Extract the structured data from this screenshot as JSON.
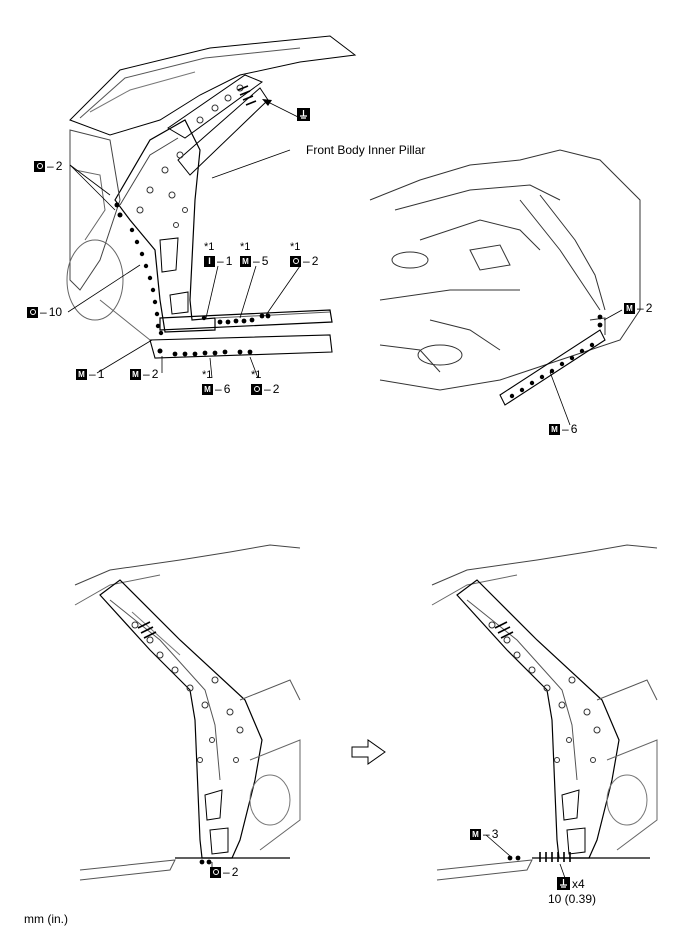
{
  "figure": {
    "pillar_label": "Front Body Inner Pillar",
    "unit_note": "mm (in.)",
    "dash": "–",
    "star_marker": "*1",
    "callouts_top_left": [
      {
        "symbol": "o",
        "count": "2"
      },
      {
        "symbol": "o",
        "count": "10"
      },
      {
        "symbol": "i",
        "count": "1"
      },
      {
        "symbol": "m",
        "count": "5"
      },
      {
        "symbol": "o",
        "count": "2"
      },
      {
        "symbol": "m",
        "count": "1"
      },
      {
        "symbol": "m",
        "count": "2"
      },
      {
        "symbol": "m",
        "count": "6"
      },
      {
        "symbol": "o",
        "count": "2"
      }
    ],
    "callouts_top_right": [
      {
        "symbol": "m",
        "count": "2"
      },
      {
        "symbol": "m",
        "count": "6"
      }
    ],
    "callouts_bottom_left": [
      {
        "symbol": "o",
        "count": "2"
      }
    ],
    "callouts_bottom_right": [
      {
        "symbol": "m",
        "count": "3"
      }
    ],
    "weld_note": {
      "multiplier": "x4",
      "spacing": "10 (0.39)"
    },
    "symbol_meanings": {
      "o": "spot-weld-symbol-icon",
      "m": "mig-plug-weld-symbol-icon",
      "i": "i-weld-symbol-icon",
      "sl": "slot-weld-symbol-icon"
    }
  }
}
